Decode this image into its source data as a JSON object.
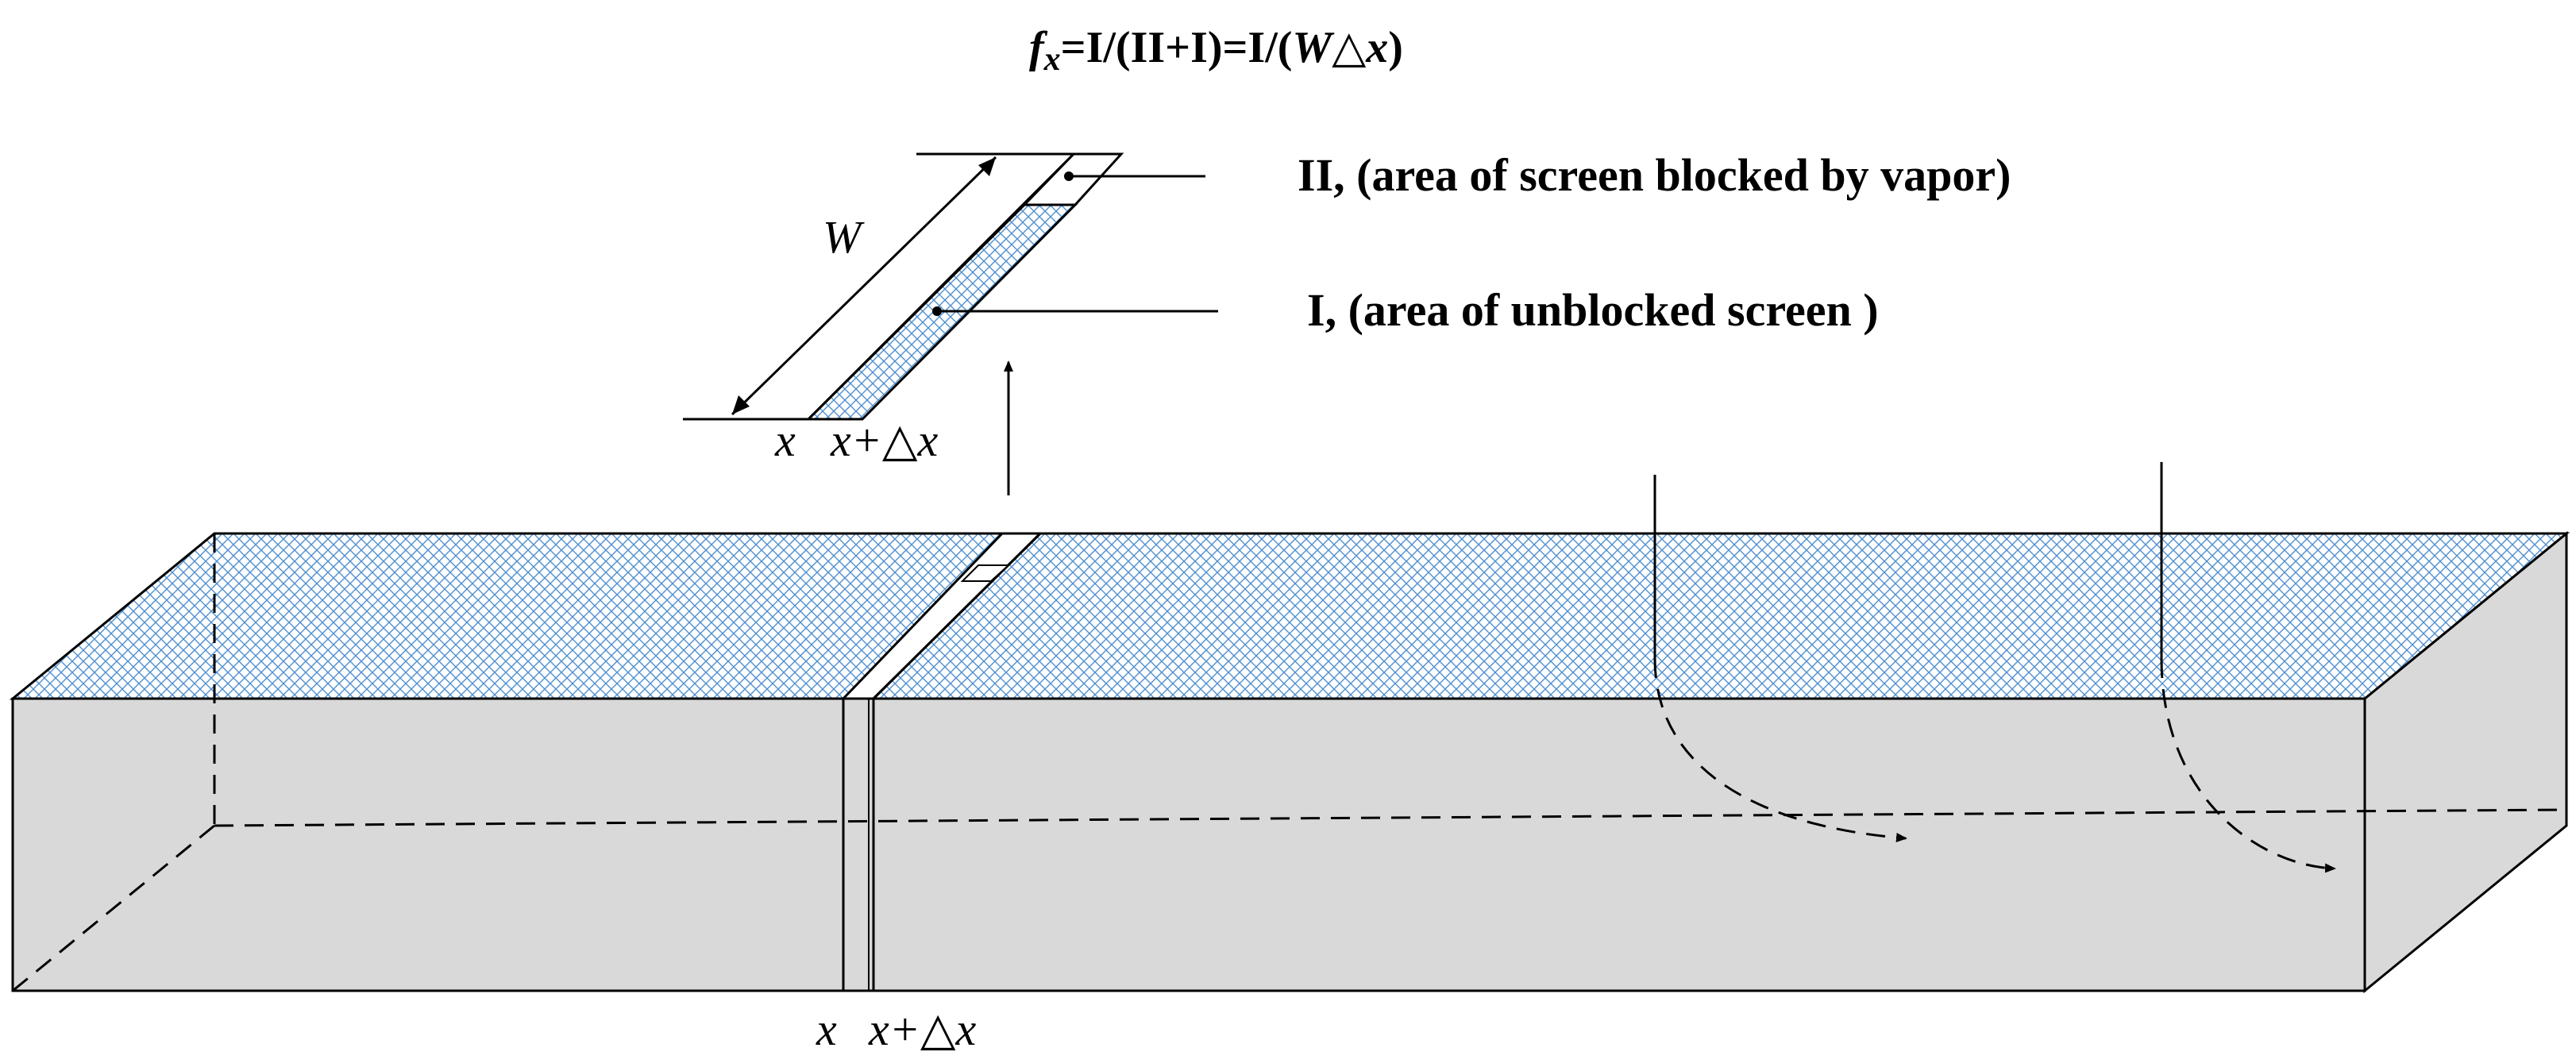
{
  "formula": {
    "f": "f",
    "sub": "x",
    "eq_part1": "=I/(II+I)=I/(",
    "w": "W",
    "delta": "△",
    "x": "x",
    "close": ")"
  },
  "labels": {
    "region_II": "II, (area of screen blocked by vapor)",
    "region_I": "I, (area of unblocked screen )",
    "width": "W",
    "inset_x": "x",
    "inset_x_dx": "x+△x",
    "bottom_x": "x",
    "bottom_x_dx": "x+△x"
  },
  "colors": {
    "mesh": "#5b9bd5",
    "box_face": "#d9d9d9",
    "line": "#000000"
  }
}
